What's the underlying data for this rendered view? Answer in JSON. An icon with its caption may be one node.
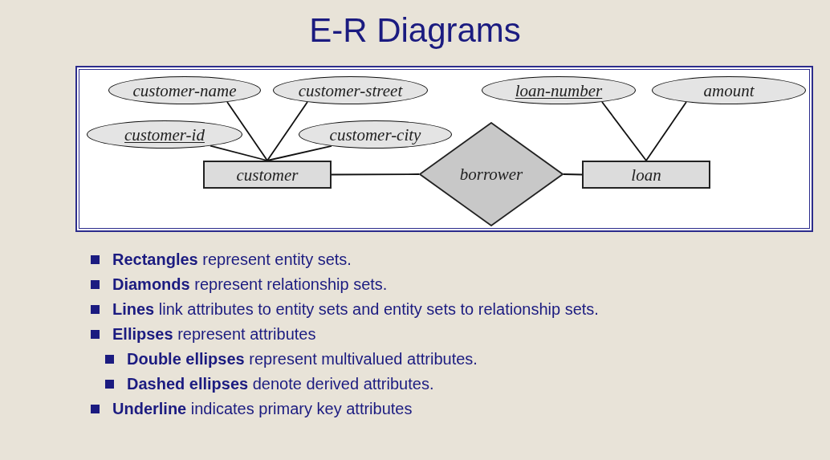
{
  "diagram": {
    "title": "E-R Diagrams",
    "nodes": [
      {
        "text": [
          "customer-name"
        ]
      },
      {
        "text": [
          "customer-street"
        ]
      },
      {
        "text": [
          "loan-number"
        ]
      },
      {
        "text": [
          "amount"
        ]
      },
      {
        "text": [
          "customer-id"
        ]
      },
      {
        "text": [
          "customer-city"
        ]
      },
      {
        "text": [
          "customer"
        ]
      },
      {
        "text": [
          "borrower"
        ]
      },
      {
        "text": [
          "loan"
        ]
      }
    ],
    "edges": [
      {
        "from": 0,
        "to": 6,
        "arrow": "none"
      },
      {
        "from": 1,
        "to": 6,
        "arrow": "none"
      },
      {
        "from": 4,
        "to": 6,
        "arrow": "none"
      },
      {
        "from": 5,
        "to": 6,
        "arrow": "none"
      },
      {
        "from": 6,
        "to": 7,
        "arrow": "none"
      },
      {
        "from": 7,
        "to": 8,
        "arrow": "none"
      },
      {
        "from": 2,
        "to": 8,
        "arrow": "none"
      },
      {
        "from": 3,
        "to": 8,
        "arrow": "none"
      }
    ],
    "labels": [
      "**Rectangles** represent entity sets.",
      "**Diamonds** represent relationship sets.",
      "**Lines** link attributes to entity sets and entity sets to relationship sets.",
      "**Ellipses** represent attributes",
      "**Double ellipses** represent multivalued attributes.",
      "**Dashed ellipses** denote derived attributes.",
      "**Underline** indicates primary key attributes"
    ]
  }
}
